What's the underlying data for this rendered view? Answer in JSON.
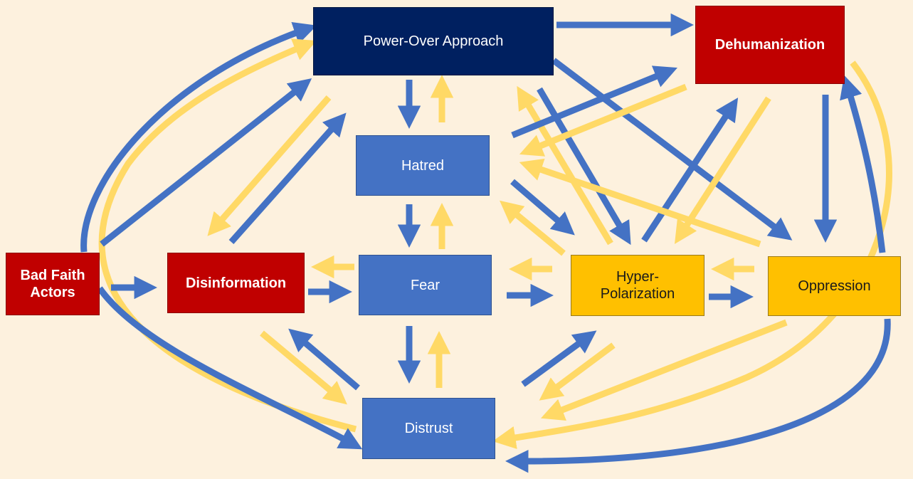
{
  "colors": {
    "background": "#fdf1de",
    "blue_arrow": "#4472c4",
    "yellow_arrow": "#ffd966",
    "navy_node": "#002060",
    "blue_node": "#4472c4",
    "red_node": "#c00000",
    "gold_node": "#ffc000"
  },
  "nodes": {
    "power_over": "Power-Over Approach",
    "dehumanization": "Dehumanization",
    "hatred": "Hatred",
    "bad_faith": "Bad Faith\nActors",
    "disinformation": "Disinformation",
    "fear": "Fear",
    "hyper_polarization": "Hyper-\nPolarization",
    "oppression": "Oppression",
    "distrust": "Distrust"
  }
}
